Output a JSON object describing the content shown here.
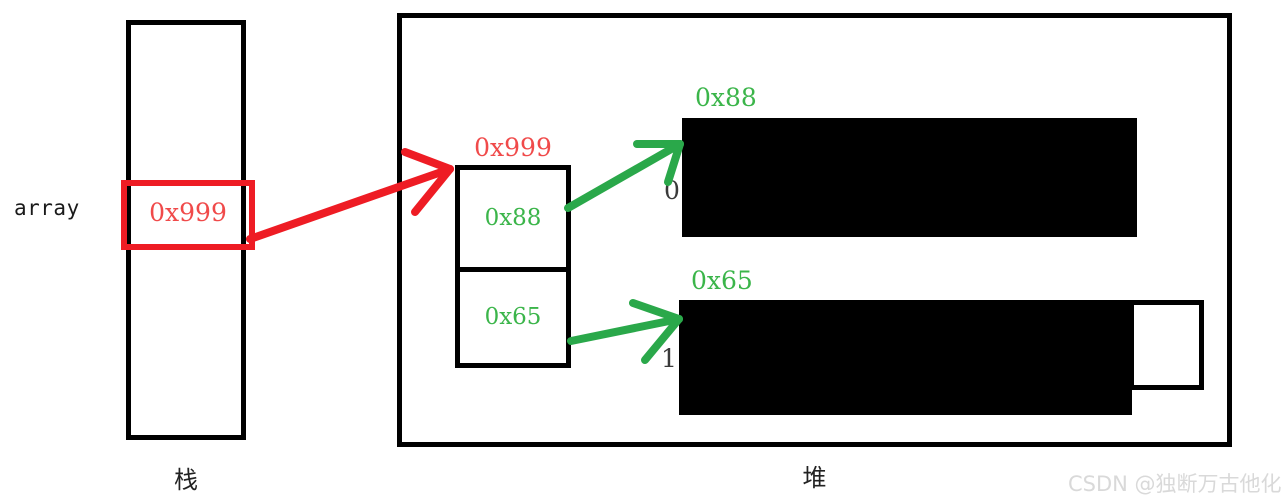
{
  "diagram": {
    "title": "Stack and heap pointer array memory layout",
    "colors": {
      "red": "#ee1c24",
      "red_text": "#f04a4a",
      "green": "#3bb54a",
      "black": "#000000",
      "watermark_gray": "#d9d9d9"
    }
  },
  "stack": {
    "caption": "栈",
    "variable_label": "array",
    "slot_value": "0x999"
  },
  "heap": {
    "caption": "堆",
    "pointer_array": {
      "label": "0x999",
      "cells": [
        {
          "value": "0x88",
          "index": "0"
        },
        {
          "value": "0x65",
          "index": "1"
        }
      ]
    },
    "blocks": [
      {
        "label": "0x88",
        "index": "0"
      },
      {
        "label": "0x65",
        "index": "1"
      }
    ]
  },
  "arrows": [
    {
      "name": "stack-to-pointer-array",
      "color": "#ee1c24"
    },
    {
      "name": "pointer-cell-0-to-block-0",
      "color": "#3bb54a"
    },
    {
      "name": "pointer-cell-1-to-block-1",
      "color": "#3bb54a"
    }
  ],
  "watermark": {
    "text": "CSDN @独断万古他化"
  }
}
